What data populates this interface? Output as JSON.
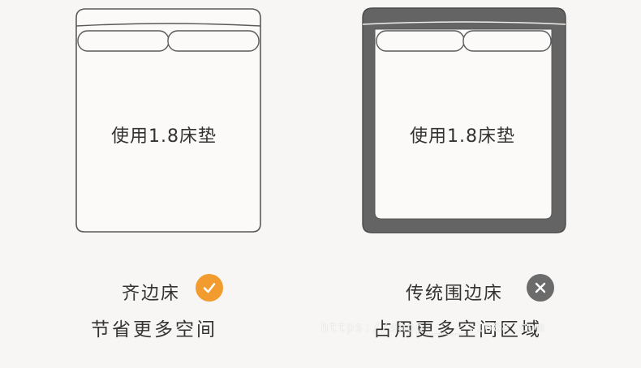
{
  "left": {
    "mattress_label": "使用1.8床垫",
    "type_label": "齐边床",
    "description": "节省更多空间",
    "status_icon": "check-icon",
    "status_color": "#f29b2f"
  },
  "right": {
    "mattress_label": "使用1.8床垫",
    "type_label": "传统围边床",
    "description": "占用更多空间区域",
    "status_icon": "cross-icon",
    "status_color": "#6b6b6b"
  },
  "colors": {
    "background": "#f7f6f4",
    "frame": "#646464",
    "outline": "#5a5a5a"
  },
  "watermark": "https://shop_____.1688.com"
}
